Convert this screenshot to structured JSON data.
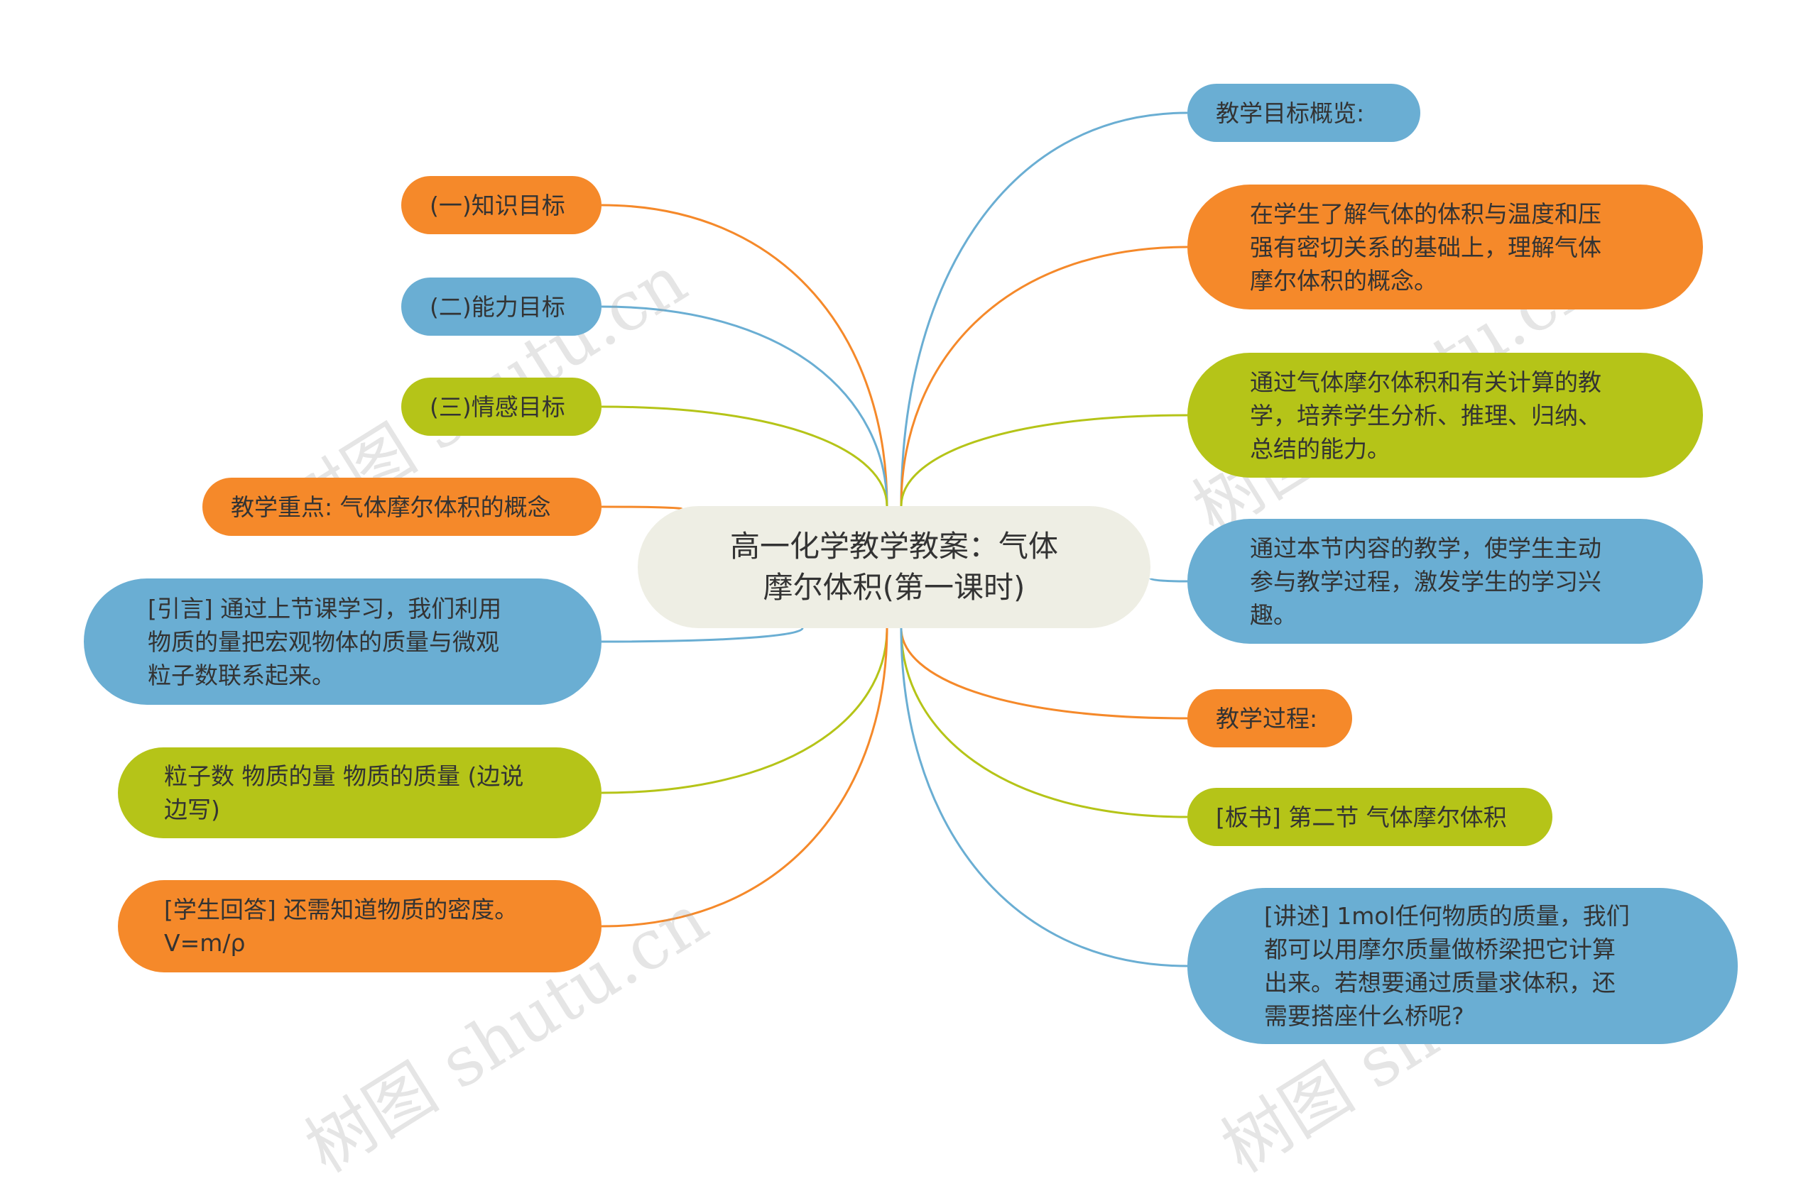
{
  "center": {
    "text": "高一化学教学教案：气体\n摩尔体积(第一课时)"
  },
  "colors": {
    "orange": "#f5892a",
    "blue": "#6aaed3",
    "green": "#b5c418",
    "center_bg": "#eeeee4"
  },
  "left_nodes": [
    {
      "text": "(一)知识目标",
      "color": "orange"
    },
    {
      "text": "(二)能力目标",
      "color": "blue"
    },
    {
      "text": "(三)情感目标",
      "color": "green"
    },
    {
      "text": "教学重点: 气体摩尔体积的概念",
      "color": "orange"
    },
    {
      "text": "[引言] 通过上节课学习，我们利用\n物质的量把宏观物体的质量与微观\n粒子数联系起来。",
      "color": "blue"
    },
    {
      "text": "粒子数 物质的量 物质的质量 (边说\n边写)",
      "color": "green"
    },
    {
      "text": "[学生回答] 还需知道物质的密度。\nV=m/ρ",
      "color": "orange"
    }
  ],
  "right_nodes": [
    {
      "text": "教学目标概览:",
      "color": "blue"
    },
    {
      "text": "在学生了解气体的体积与温度和压\n强有密切关系的基础上，理解气体\n摩尔体积的概念。",
      "color": "orange"
    },
    {
      "text": "通过气体摩尔体积和有关计算的教\n学，培养学生分析、推理、归纳、\n总结的能力。",
      "color": "green"
    },
    {
      "text": "通过本节内容的教学，使学生主动\n参与教学过程，激发学生的学习兴\n趣。",
      "color": "blue"
    },
    {
      "text": "教学过程:",
      "color": "orange"
    },
    {
      "text": "[板书] 第二节 气体摩尔体积",
      "color": "green"
    },
    {
      "text": "[讲述] 1mol任何物质的质量，我们\n都可以用摩尔质量做桥梁把它计算\n出来。若想要通过质量求体积，还\n需要搭座什么桥呢?",
      "color": "blue"
    }
  ],
  "watermark": "树图 shutu.cn"
}
